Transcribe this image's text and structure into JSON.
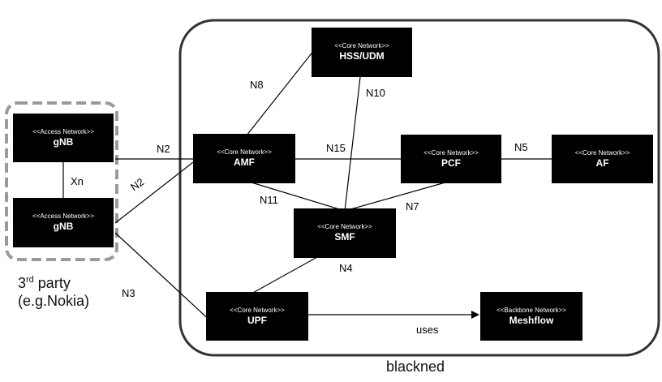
{
  "nodes": {
    "gnb_top": {
      "stereotype": "<<Access Network>>",
      "name": "gNB"
    },
    "gnb_bottom": {
      "stereotype": "<<Access Network>>",
      "name": "gNB"
    },
    "hss": {
      "stereotype": "<<Core Network>>",
      "name": "HSS/UDM"
    },
    "amf": {
      "stereotype": "<<Core Network>>",
      "name": "AMF"
    },
    "pcf": {
      "stereotype": "<<Core Network>>",
      "name": "PCF"
    },
    "af": {
      "stereotype": "<<Core Network>>",
      "name": "AF"
    },
    "smf": {
      "stereotype": "<<Core Network>>",
      "name": "SMF"
    },
    "upf": {
      "stereotype": "<<Core Network>>",
      "name": "UPF"
    },
    "meshflow": {
      "stereotype": "<<Backbone Network>>",
      "name": "Meshflow"
    }
  },
  "edges": {
    "xn": "Xn",
    "n2_top": "N2",
    "n2_bottom": "N2",
    "n3": "N3",
    "n8": "N8",
    "n10": "N10",
    "n15": "N15",
    "n5": "N5",
    "n11": "N11",
    "n7": "N7",
    "n4": "N4",
    "uses": "uses"
  },
  "groups": {
    "third_party": {
      "line1_base": "3",
      "line1_sup": "rd",
      "line1_rest": " party",
      "line2": "(e.g.Nokia)"
    },
    "operator": {
      "caption": "blackned"
    }
  }
}
